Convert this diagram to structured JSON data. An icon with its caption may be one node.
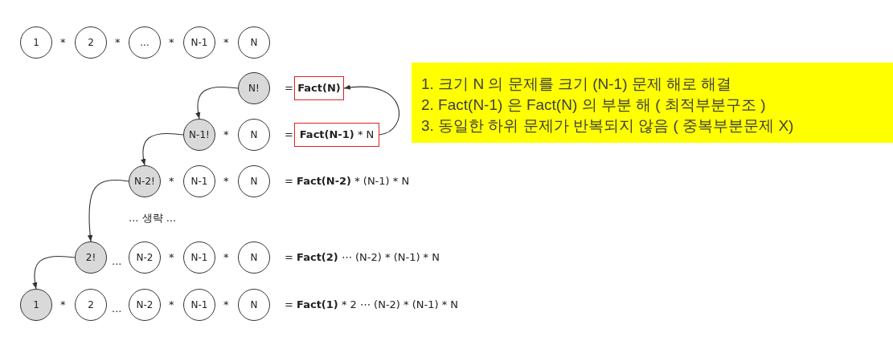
{
  "diagram": {
    "nodes": [
      {
        "text": [
          "1"
        ]
      },
      {
        "text": [
          "2"
        ]
      },
      {
        "text": [
          "..."
        ]
      },
      {
        "text": [
          "N-1"
        ]
      },
      {
        "text": [
          "N"
        ]
      },
      {
        "text": [
          "N!"
        ]
      },
      {
        "text": [
          "**Fact(N)**"
        ]
      },
      {
        "text": [
          "N-1!"
        ]
      },
      {
        "text": [
          "N"
        ]
      },
      {
        "text": [
          "**Fact(N-1)** * N"
        ]
      },
      {
        "text": [
          "N-2!"
        ]
      },
      {
        "text": [
          "N-1"
        ]
      },
      {
        "text": [
          "N"
        ]
      },
      {
        "text": [
          "2!"
        ]
      },
      {
        "text": [
          "N-2"
        ]
      },
      {
        "text": [
          "N-1"
        ]
      },
      {
        "text": [
          "N"
        ]
      },
      {
        "text": [
          "1"
        ]
      },
      {
        "text": [
          "2"
        ]
      },
      {
        "text": [
          "N-2"
        ]
      },
      {
        "text": [
          "N-1"
        ]
      },
      {
        "text": [
          "N"
        ]
      },
      {
        "text": [
          "1.  크기 N 의 문제를 크기  (N-1)  문제 해로 해결",
          "2. Fact(N-1) 은  Fact(N) 의 부분 해 ( 최적부분구조 )",
          "3.  동일한 하위 문제가 반복되지 않음 ( 중복부분문제 X)"
        ]
      }
    ],
    "edges": [
      {
        "from": 5,
        "to": 7,
        "arrow": "to"
      },
      {
        "from": 7,
        "to": 10,
        "arrow": "to"
      },
      {
        "from": 10,
        "to": 13,
        "arrow": "to"
      },
      {
        "from": 13,
        "to": 17,
        "arrow": "to"
      },
      {
        "from": 9,
        "to": 6,
        "arrow": "to"
      }
    ],
    "labels": [
      "*",
      "*",
      "*",
      "*",
      "=",
      "*",
      "=",
      "*",
      "*",
      "= **Fact(N-2)** * (N-1) * N",
      "... 생략 ...",
      "...",
      "*",
      "*",
      "= **Fact(2)** ⋯ (N-2) * (N-1) * N",
      "*",
      "...",
      "*",
      "*",
      "= **Fact(1)** * 2 ⋯ (N-2) * (N-1) * N"
    ]
  }
}
